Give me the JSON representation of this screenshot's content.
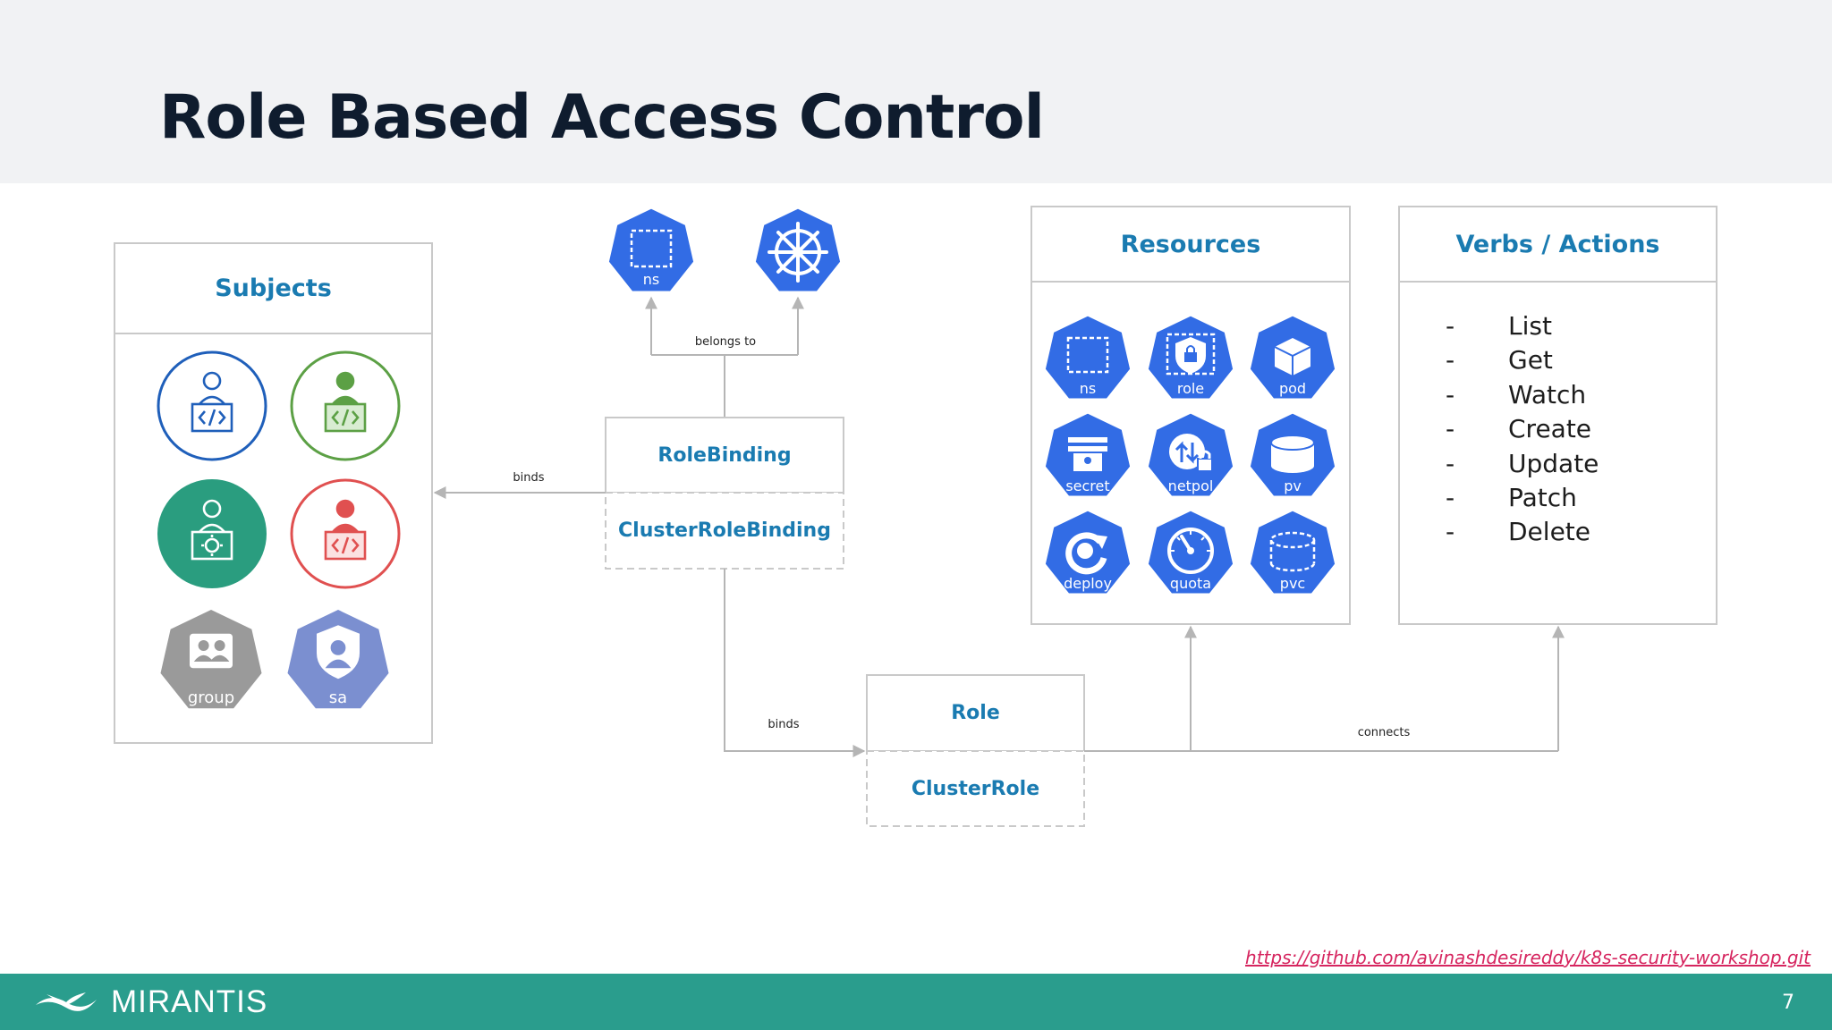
{
  "slide": {
    "title": "Role Based Access Control",
    "page_number": "7",
    "link_text": "https://github.com/avinashdesireddy/k8s-security-workshop.git",
    "brand": "MIRANTIS"
  },
  "boxes": {
    "subjects": "Subjects",
    "resources": "Resources",
    "verbs": "Verbs / Actions",
    "rolebinding": "RoleBinding",
    "clusterrolebinding": "ClusterRoleBinding",
    "role": "Role",
    "clusterrole": "ClusterRole"
  },
  "edge_labels": {
    "belongs_to": "belongs to",
    "binds_subjects": "binds",
    "binds_role": "binds",
    "connects": "connects"
  },
  "top_icons": [
    "ns",
    ""
  ],
  "subjects": {
    "group": "group",
    "sa": "sa"
  },
  "resources": [
    "ns",
    "role",
    "pod",
    "secret",
    "netpol",
    "pv",
    "deploy",
    "quota",
    "pvc"
  ],
  "verbs": [
    "List",
    "Get",
    "Watch",
    "Create",
    "Update",
    "Patch",
    "Delete"
  ],
  "colors": {
    "k8s_blue": "#326ce5",
    "heading_blue": "#1a7bb1",
    "footer_teal": "#2a9d8d",
    "link_pink": "#d6255f"
  }
}
